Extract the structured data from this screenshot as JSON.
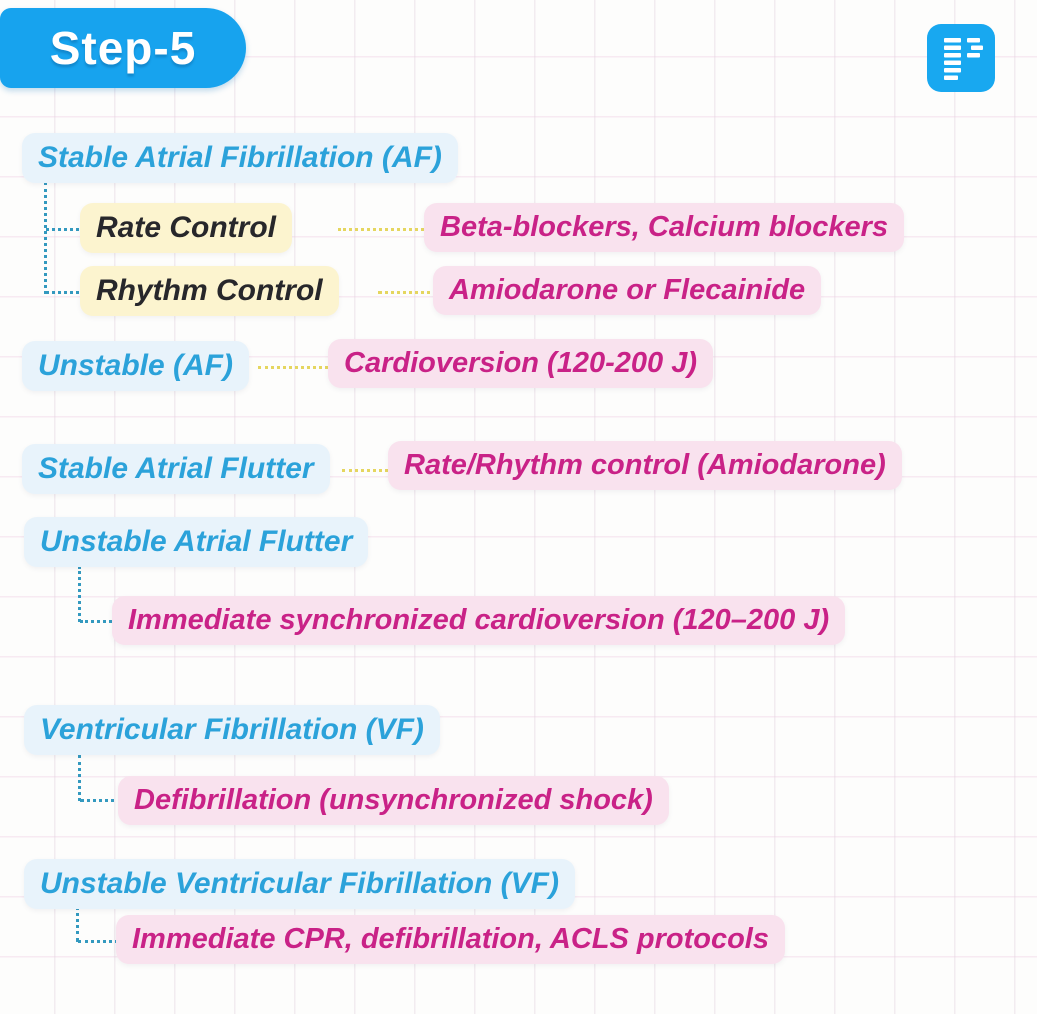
{
  "header": {
    "badge_label": "Step-5",
    "logo_icon": "p-logo"
  },
  "colors": {
    "badge_blue": "#17a3ee",
    "logo_blue": "#18a8f0",
    "label_blue_text": "#2ba2da",
    "label_blue_bg": "#e8f3fb",
    "label_yellow_text": "#27272b",
    "label_yellow_bg": "#fcf4cf",
    "value_pink_text": "#c92287",
    "value_pink_bg": "#f9e2ee",
    "connector_blue": "#3399bf",
    "connector_yellow": "#e5d65f"
  },
  "sections": [
    {
      "label": "Stable Atrial Fibrillation (AF)",
      "children": [
        {
          "label": "Rate Control",
          "value": "Beta-blockers, Calcium blockers"
        },
        {
          "label": "Rhythm Control",
          "value": "Amiodarone or Flecainide"
        }
      ]
    },
    {
      "label": "Unstable (AF)",
      "value": "Cardioversion (120-200 J)"
    },
    {
      "label": "Stable Atrial Flutter",
      "value": "Rate/Rhythm control (Amiodarone)"
    },
    {
      "label": "Unstable Atrial Flutter",
      "value": "Immediate synchronized cardioversion (120–200 J)"
    },
    {
      "label": "Ventricular Fibrillation (VF)",
      "value": "Defibrillation (unsynchronized shock)"
    },
    {
      "label": "Unstable Ventricular Fibrillation (VF)",
      "value": "Immediate CPR, defibrillation, ACLS protocols"
    }
  ]
}
